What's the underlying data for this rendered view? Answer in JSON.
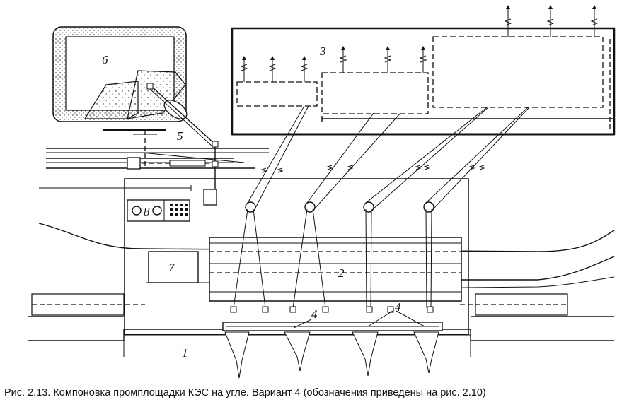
{
  "figure": {
    "callouts": {
      "n1": "1",
      "n2": "2",
      "n3": "3",
      "n4a": "4",
      "n4b": "4",
      "n5": "5",
      "n6": "6",
      "n7": "7",
      "n8": "8"
    }
  },
  "caption": {
    "label": "Рис. 2.13.",
    "text": "Компоновка промплощадки КЭС на угле. Вариант 4 (обозначения приведены на рис. 2.10)"
  }
}
